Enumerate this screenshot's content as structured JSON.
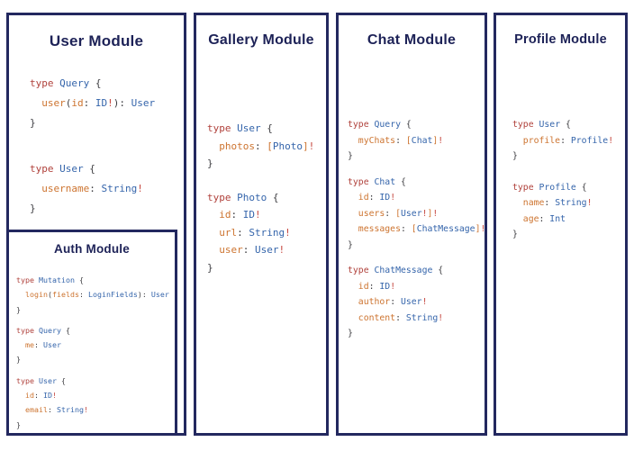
{
  "theme": {
    "border_navy": "#23285f",
    "title_navy": "#1d2257",
    "keyword_red": "#b0413b",
    "type_blue": "#3565ab",
    "field_orange": "#cd7430",
    "bang_red": "#c64840",
    "punctuation_gray": "#3e3e42",
    "background": "#ffffff"
  },
  "panels": [
    {
      "title": "User Module",
      "blocks": [
        [
          [
            [
              "type ",
              "kw"
            ],
            [
              "Query ",
              "typ"
            ],
            [
              "{",
              "pun"
            ]
          ],
          [
            [
              "  ",
              "pun"
            ],
            [
              "user",
              "fld"
            ],
            [
              "(",
              "pun"
            ],
            [
              "id",
              "fld"
            ],
            [
              ": ",
              "pun"
            ],
            [
              "ID",
              "typ"
            ],
            [
              "!",
              "bang"
            ],
            [
              "): ",
              "pun"
            ],
            [
              "User",
              "typ"
            ]
          ],
          [
            [
              "}",
              "pun"
            ]
          ]
        ],
        [
          [
            [
              "type ",
              "kw"
            ],
            [
              "User ",
              "typ"
            ],
            [
              "{",
              "pun"
            ]
          ],
          [
            [
              "  ",
              "pun"
            ],
            [
              "username",
              "fld"
            ],
            [
              ": ",
              "pun"
            ],
            [
              "String",
              "typ"
            ],
            [
              "!",
              "bang"
            ]
          ],
          [
            [
              "}",
              "pun"
            ]
          ]
        ]
      ],
      "nested": {
        "title": "Auth Module",
        "blocks": [
          [
            [
              [
                "type ",
                "kw"
              ],
              [
                "Mutation ",
                "typ"
              ],
              [
                "{",
                "pun"
              ]
            ],
            [
              [
                "  ",
                "pun"
              ],
              [
                "login",
                "fld"
              ],
              [
                "(",
                "pun"
              ],
              [
                "fields",
                "fld"
              ],
              [
                ": ",
                "pun"
              ],
              [
                "LoginFields",
                "typ"
              ],
              [
                "): ",
                "pun"
              ],
              [
                "User",
                "typ"
              ]
            ],
            [
              [
                "}",
                "pun"
              ]
            ]
          ],
          [
            [
              [
                "type ",
                "kw"
              ],
              [
                "Query ",
                "typ"
              ],
              [
                "{",
                "pun"
              ]
            ],
            [
              [
                "  ",
                "pun"
              ],
              [
                "me",
                "fld"
              ],
              [
                ": ",
                "pun"
              ],
              [
                "User",
                "typ"
              ]
            ],
            [
              [
                "}",
                "pun"
              ]
            ]
          ],
          [
            [
              [
                "type ",
                "kw"
              ],
              [
                "User ",
                "typ"
              ],
              [
                "{",
                "pun"
              ]
            ],
            [
              [
                "  ",
                "pun"
              ],
              [
                "id",
                "fld"
              ],
              [
                ": ",
                "pun"
              ],
              [
                "ID",
                "typ"
              ],
              [
                "!",
                "bang"
              ]
            ],
            [
              [
                "  ",
                "pun"
              ],
              [
                "email",
                "fld"
              ],
              [
                ": ",
                "pun"
              ],
              [
                "String",
                "typ"
              ],
              [
                "!",
                "bang"
              ]
            ],
            [
              [
                "}",
                "pun"
              ]
            ]
          ]
        ]
      }
    },
    {
      "title": "Gallery Module",
      "blocks": [
        [
          [
            [
              "type ",
              "kw"
            ],
            [
              "User ",
              "typ"
            ],
            [
              "{",
              "pun"
            ]
          ],
          [
            [
              "  ",
              "pun"
            ],
            [
              "photos",
              "fld"
            ],
            [
              ": ",
              "pun"
            ],
            [
              "[",
              "fld"
            ],
            [
              "Photo",
              "typ"
            ],
            [
              "]",
              "fld"
            ],
            [
              "!",
              "bang"
            ]
          ],
          [
            [
              "}",
              "pun"
            ]
          ]
        ],
        [
          [
            [
              "type ",
              "kw"
            ],
            [
              "Photo ",
              "typ"
            ],
            [
              "{",
              "pun"
            ]
          ],
          [
            [
              "  ",
              "pun"
            ],
            [
              "id",
              "fld"
            ],
            [
              ": ",
              "pun"
            ],
            [
              "ID",
              "typ"
            ],
            [
              "!",
              "bang"
            ]
          ],
          [
            [
              "  ",
              "pun"
            ],
            [
              "url",
              "fld"
            ],
            [
              ": ",
              "pun"
            ],
            [
              "String",
              "typ"
            ],
            [
              "!",
              "bang"
            ]
          ],
          [
            [
              "  ",
              "pun"
            ],
            [
              "user",
              "fld"
            ],
            [
              ": ",
              "pun"
            ],
            [
              "User",
              "typ"
            ],
            [
              "!",
              "bang"
            ]
          ],
          [
            [
              "}",
              "pun"
            ]
          ]
        ]
      ]
    },
    {
      "title": "Chat Module",
      "blocks": [
        [
          [
            [
              "type ",
              "kw"
            ],
            [
              "Query ",
              "typ"
            ],
            [
              "{",
              "pun"
            ]
          ],
          [
            [
              "  ",
              "pun"
            ],
            [
              "myChats",
              "fld"
            ],
            [
              ": ",
              "pun"
            ],
            [
              "[",
              "fld"
            ],
            [
              "Chat",
              "typ"
            ],
            [
              "]",
              "fld"
            ],
            [
              "!",
              "bang"
            ]
          ],
          [
            [
              "}",
              "pun"
            ]
          ]
        ],
        [
          [
            [
              "type ",
              "kw"
            ],
            [
              "Chat ",
              "typ"
            ],
            [
              "{",
              "pun"
            ]
          ],
          [
            [
              "  ",
              "pun"
            ],
            [
              "id",
              "fld"
            ],
            [
              ": ",
              "pun"
            ],
            [
              "ID",
              "typ"
            ],
            [
              "!",
              "bang"
            ]
          ],
          [
            [
              "  ",
              "pun"
            ],
            [
              "users",
              "fld"
            ],
            [
              ": ",
              "pun"
            ],
            [
              "[",
              "fld"
            ],
            [
              "User",
              "typ"
            ],
            [
              "!",
              "bang"
            ],
            [
              "]",
              "fld"
            ],
            [
              "!",
              "bang"
            ]
          ],
          [
            [
              "  ",
              "pun"
            ],
            [
              "messages",
              "fld"
            ],
            [
              ": ",
              "pun"
            ],
            [
              "[",
              "fld"
            ],
            [
              "ChatMessage",
              "typ"
            ],
            [
              "]",
              "fld"
            ],
            [
              "!",
              "bang"
            ]
          ],
          [
            [
              "}",
              "pun"
            ]
          ]
        ],
        [
          [
            [
              "type ",
              "kw"
            ],
            [
              "ChatMessage ",
              "typ"
            ],
            [
              "{",
              "pun"
            ]
          ],
          [
            [
              "  ",
              "pun"
            ],
            [
              "id",
              "fld"
            ],
            [
              ": ",
              "pun"
            ],
            [
              "ID",
              "typ"
            ],
            [
              "!",
              "bang"
            ]
          ],
          [
            [
              "  ",
              "pun"
            ],
            [
              "author",
              "fld"
            ],
            [
              ": ",
              "pun"
            ],
            [
              "User",
              "typ"
            ],
            [
              "!",
              "bang"
            ]
          ],
          [
            [
              "  ",
              "pun"
            ],
            [
              "content",
              "fld"
            ],
            [
              ": ",
              "pun"
            ],
            [
              "String",
              "typ"
            ],
            [
              "!",
              "bang"
            ]
          ],
          [
            [
              "}",
              "pun"
            ]
          ]
        ]
      ]
    },
    {
      "title": "Profile Module",
      "blocks": [
        [
          [
            [
              "type ",
              "kw"
            ],
            [
              "User ",
              "typ"
            ],
            [
              "{",
              "pun"
            ]
          ],
          [
            [
              "  ",
              "pun"
            ],
            [
              "profile",
              "fld"
            ],
            [
              ": ",
              "pun"
            ],
            [
              "Profile",
              "typ"
            ],
            [
              "!",
              "bang"
            ]
          ],
          [
            [
              "}",
              "pun"
            ]
          ]
        ],
        [
          [
            [
              "type ",
              "kw"
            ],
            [
              "Profile ",
              "typ"
            ],
            [
              "{",
              "pun"
            ]
          ],
          [
            [
              "  ",
              "pun"
            ],
            [
              "name",
              "fld"
            ],
            [
              ": ",
              "pun"
            ],
            [
              "String",
              "typ"
            ],
            [
              "!",
              "bang"
            ]
          ],
          [
            [
              "  ",
              "pun"
            ],
            [
              "age",
              "fld"
            ],
            [
              ": ",
              "pun"
            ],
            [
              "Int",
              "typ"
            ]
          ],
          [
            [
              "}",
              "pun"
            ]
          ]
        ]
      ]
    }
  ]
}
